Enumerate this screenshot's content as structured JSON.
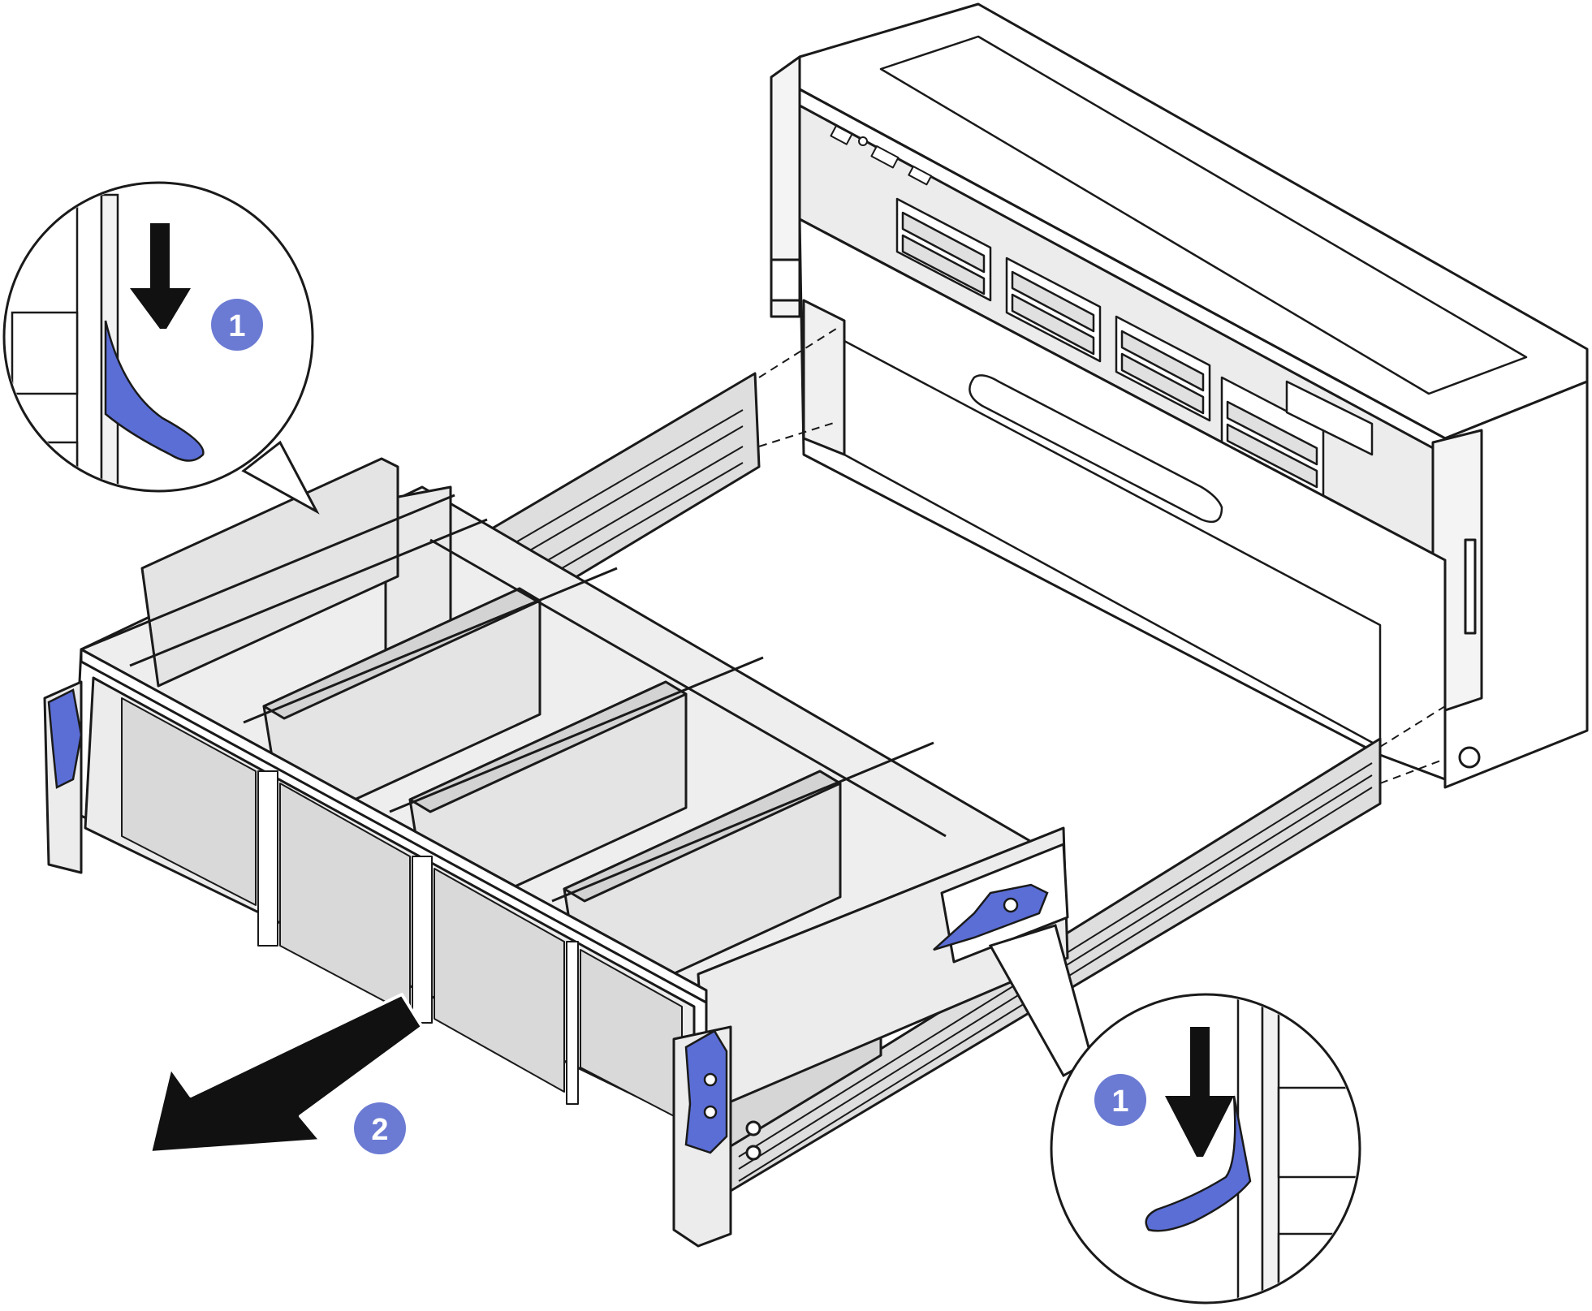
{
  "steps": {
    "step1_top": {
      "number": "1"
    },
    "step1_bottom": {
      "number": "1"
    },
    "step2": {
      "number": "2"
    }
  },
  "colors": {
    "line": "#1a1a1a",
    "metal": "#e6e6e6",
    "metal_dark": "#c9c9c9",
    "release_latch": "#5b6ed6",
    "step_badge": "#6b7bd3",
    "arrow": "#111111"
  },
  "icons": {
    "pull_direction": "arrow-pull-icon",
    "press_direction": "arrow-down-icon"
  }
}
